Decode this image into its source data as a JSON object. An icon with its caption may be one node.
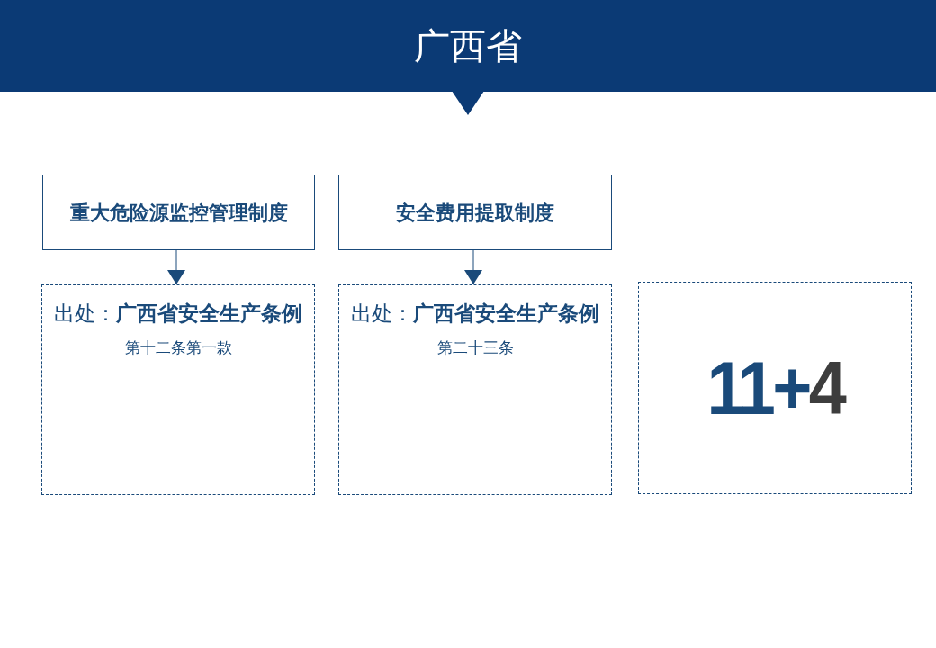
{
  "diagram": {
    "nodes": [
      {
        "text": [
          "广西省"
        ]
      },
      {
        "text": [
          "重大危险源监控管理制度"
        ]
      },
      {
        "text": [
          "安全费用提取制度"
        ]
      },
      {
        "text": [
          "出处：**广西省安全生产条例**",
          "第十二条第一款"
        ]
      },
      {
        "text": [
          "出处：**广西省安全生产条例**",
          "第二十三条"
        ]
      },
      {
        "text": [
          "11+4"
        ]
      }
    ],
    "edges": [
      {
        "from": 1,
        "to": 3,
        "arrow": "to"
      },
      {
        "from": 2,
        "to": 4,
        "arrow": "to"
      }
    ]
  }
}
